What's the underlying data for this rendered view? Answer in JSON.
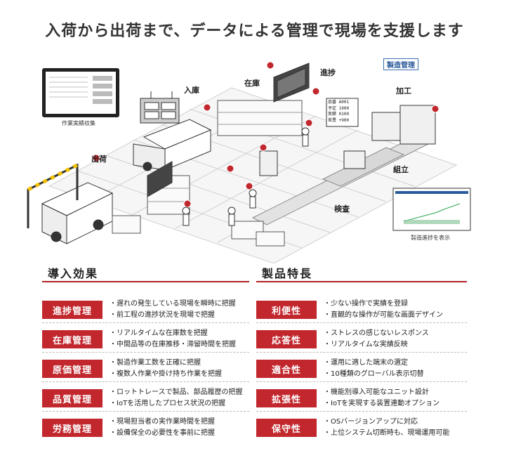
{
  "title": "入荷から出荷まで、データによる管理で現場を支援します",
  "illustration": {
    "labels": {
      "nyuko": "入庫",
      "zaiko": "在庫",
      "shinchoku": "進捗",
      "seizo_kanri": "製造管理",
      "kako": "加工",
      "shukka": "出荷",
      "kumitate": "組立",
      "kensa": "検査"
    },
    "captions": {
      "terminal": "作業実績収集",
      "monitor": "製造進捗を表示"
    },
    "panel": {
      "rows": [
        {
          "k": "品番",
          "v": "A001"
        },
        {
          "k": "予定",
          "v": "1000"
        },
        {
          "k": "実績",
          "v": "0100"
        },
        {
          "k": "差異",
          "v": "+900"
        }
      ]
    }
  },
  "effects": {
    "heading": "導入効果",
    "items": [
      {
        "badge": "進捗管理",
        "lines": [
          "遅れの発生している現場を瞬時に把握",
          "前工程の進捗状況を現場で把握"
        ]
      },
      {
        "badge": "在庫管理",
        "lines": [
          "リアルタイムな在庫数を把握",
          "中間品等の在庫推移・滞留時間を把握"
        ]
      },
      {
        "badge": "原価管理",
        "lines": [
          "製造作業工数を正確に把握",
          "複数人作業や掛け持ち作業を把握"
        ]
      },
      {
        "badge": "品質管理",
        "lines": [
          "ロットトレースで製品、部品履歴の把握",
          "IoTを活用したプロセス状況の把握"
        ]
      },
      {
        "badge": "労務管理",
        "lines": [
          "現場担当者の実作業時間を把握",
          "設備保全の必要性を事前に把握"
        ]
      }
    ]
  },
  "features": {
    "heading": "製品特長",
    "items": [
      {
        "badge": "利便性",
        "lines": [
          "少ない操作で実績を登録",
          "直観的な操作が可能な画面デザイン"
        ]
      },
      {
        "badge": "応答性",
        "lines": [
          "ストレスの感じないレスポンス",
          "リアルタイムな実績反映"
        ]
      },
      {
        "badge": "適合性",
        "lines": [
          "運用に適した端末の選定",
          "10種類のグローバル表示切替"
        ]
      },
      {
        "badge": "拡張性",
        "lines": [
          "機能別導入可能なユニット設計",
          "IoTを実現する装置連動オプション"
        ]
      },
      {
        "badge": "保守性",
        "lines": [
          "OSバージョンアップに対応",
          "上位システム切断時も、現場運用可能"
        ]
      }
    ]
  },
  "colors": {
    "accent": "#c1272d",
    "label_blue": "#2a5a9a"
  }
}
